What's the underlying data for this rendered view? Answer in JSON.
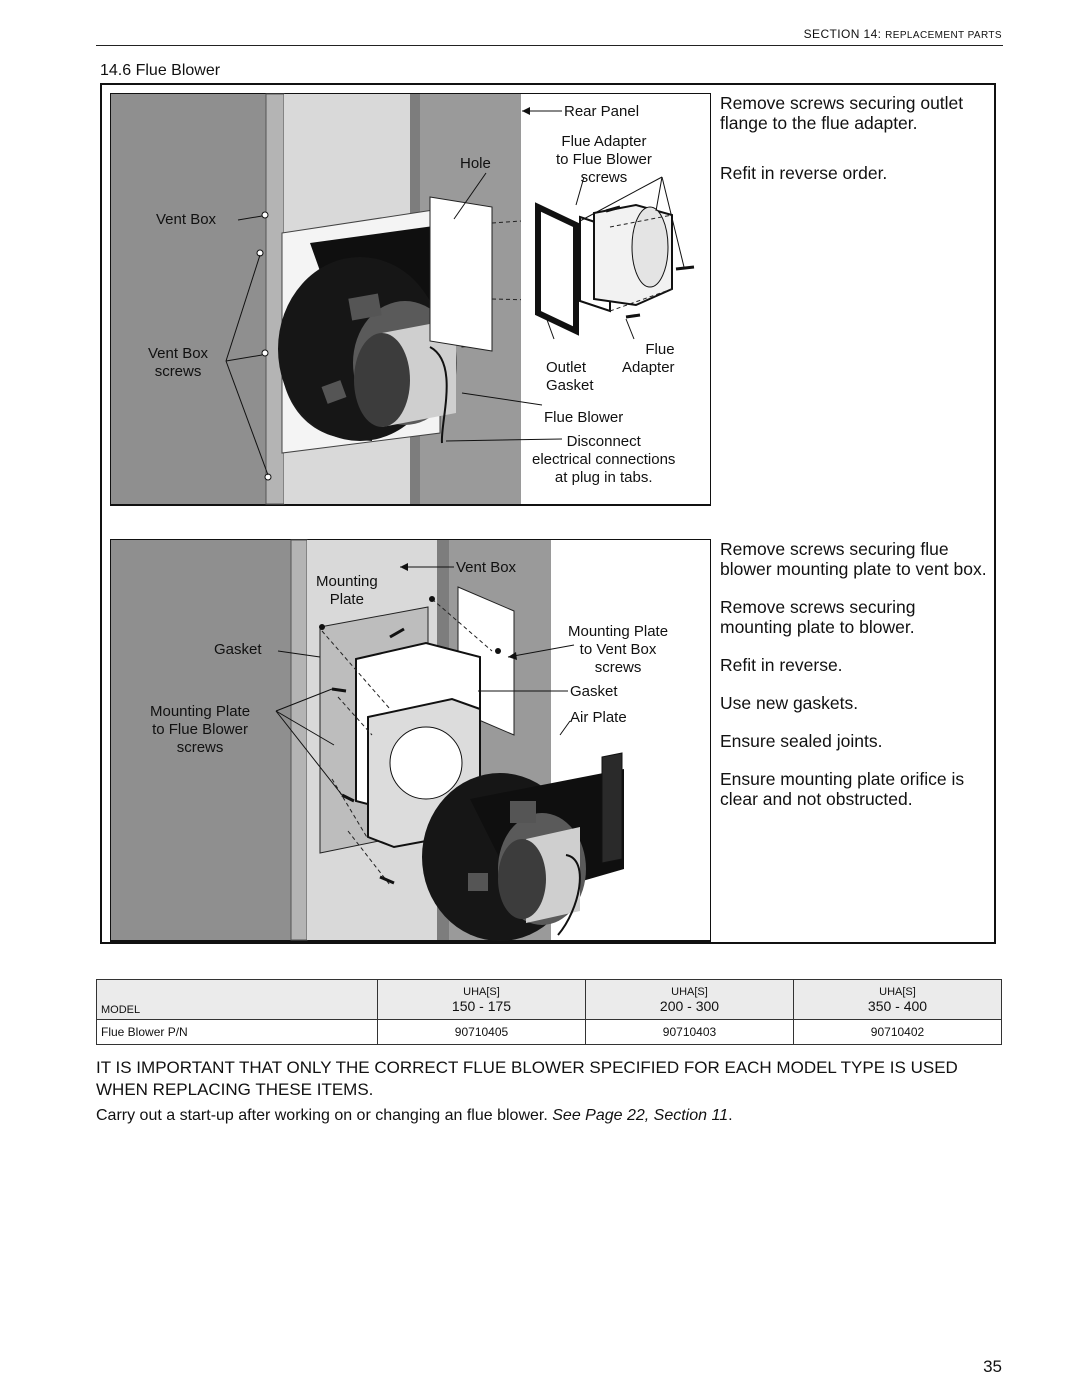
{
  "header": {
    "section": "SECTION 14:",
    "title": "Replacement Parts"
  },
  "section_title": "14.6 Flue Blower",
  "figure1": {
    "labels": {
      "rear_panel": "Rear Panel",
      "flue_adapter_screws": "Flue Adapter\nto Flue Blower\nscrews",
      "hole": "Hole",
      "vent_box": "Vent Box",
      "vent_box_screws": "Vent Box\nscrews",
      "flue_adapter": "Flue\nAdapter",
      "outlet_gasket": "Outlet\nGasket",
      "flue_blower": "Flue Blower",
      "disconnect": "Disconnect\nelectrical connections\nat plug in tabs."
    },
    "instructions": [
      "Remove screws securing outlet flange to the flue adapter.",
      "Refit in reverse order."
    ]
  },
  "figure2": {
    "labels": {
      "vent_box": "Vent Box",
      "mounting_plate": "Mounting\nPlate",
      "gasket_left": "Gasket",
      "mounting_plate_screws": "Mounting Plate\nto Flue Blower\nscrews",
      "mounting_plate_vent_screws": "Mounting Plate\nto Vent Box\nscrews",
      "gasket_right": "Gasket",
      "air_plate": "Air Plate"
    },
    "instructions": [
      "Remove screws securing flue blower mounting plate to vent box.",
      "Remove screws securing mounting plate to blower.",
      "Refit in reverse.",
      "Use new gaskets.",
      "Ensure sealed joints.",
      "Ensure mounting plate orifice is clear and not obstructed."
    ]
  },
  "parts_table": {
    "model_label": "MODEL",
    "columns": [
      {
        "series": "UHA[S]",
        "range": "150 - 175"
      },
      {
        "series": "UHA[S]",
        "range": "200 - 300"
      },
      {
        "series": "UHA[S]",
        "range": "350 - 400"
      }
    ],
    "row_label": "Flue Blower P/N",
    "part_numbers": [
      "90710405",
      "90710403",
      "90710402"
    ]
  },
  "warning": "IT IS IMPORTANT THAT ONLY THE CORRECT FLUE BLOWER SPECIFIED FOR EACH MODEL TYPE IS USED WHEN REPLACING THESE ITEMS.",
  "note": {
    "text": "Carry out a start-up after working on or changing an flue blower. ",
    "ref": "See Page 22, Section 11",
    "end": "."
  },
  "page_number": "35"
}
